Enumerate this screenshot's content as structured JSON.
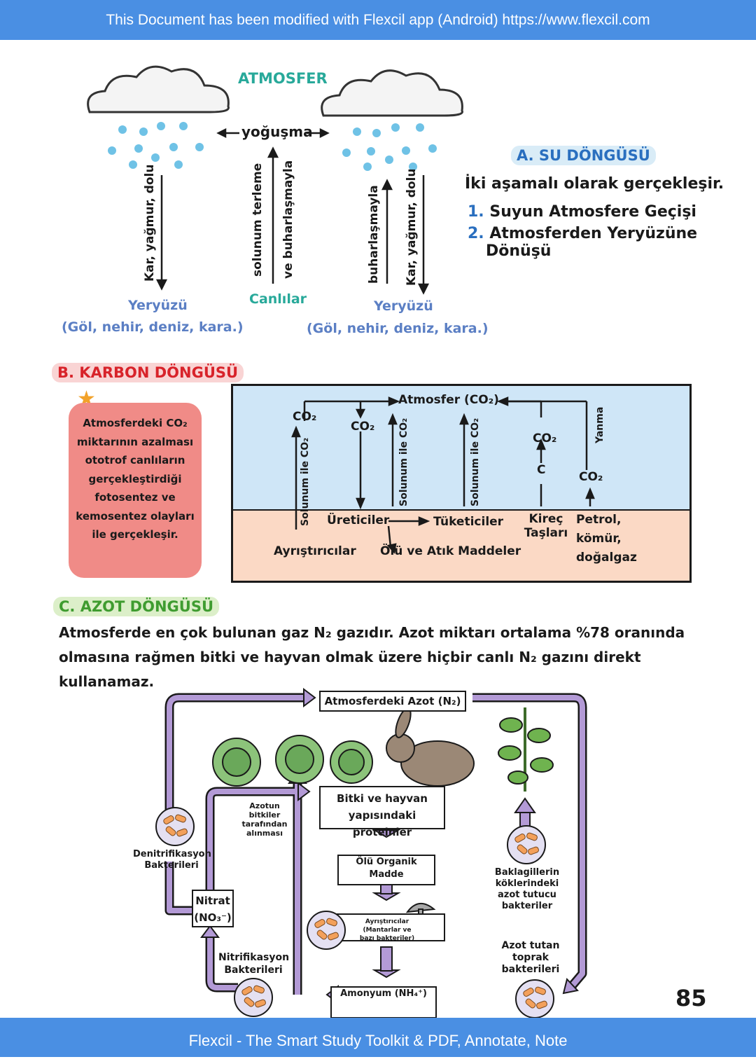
{
  "banner_top": "This Document has been modified with Flexcil app (Android) https://www.flexcil.com",
  "banner_bottom": "Flexcil - The Smart Study Toolkit & PDF, Annotate, Note",
  "water": {
    "atmosphere": "ATMOSFER",
    "condensation": "yoğuşma",
    "left_down": "Kar, yağmur, dolu",
    "mid_respiration": "solunum terleme",
    "mid_evaporation": "ve buharlaşmayla",
    "right_evap": "buharlaşmayla",
    "right_down": "Kar, yağmur, dolu",
    "earth_left": "Yeryüzü",
    "earth_left_sub": "(Göl, nehir, deniz, kara.)",
    "living": "Canlılar",
    "earth_right": "Yeryüzü",
    "earth_right_sub": "(Göl, nehir, deniz, kara.)",
    "section_title": "A. SU DÖNGÜSÜ",
    "intro": "İki aşamalı olarak gerçekleşir.",
    "steps": [
      {
        "num": "1.",
        "text": "Suyun Atmosfere Geçişi"
      },
      {
        "num": "2.",
        "text": "Atmosferden Yeryüzüne Dönüşü"
      }
    ]
  },
  "carbon": {
    "section_title": "B. KARBON DÖNGÜSÜ",
    "note": "Atmosferdeki CO₂ miktarının azalması ototrof canlıların gerçekleştirdiği fotosentez ve kemosentez olayları ile gerçekleşir.",
    "atm": "Atmosfer (CO₂)",
    "co2": "CO₂",
    "c": "C",
    "resp_co2": "Solunum ile CO₂",
    "burning": "Yanma",
    "producers": "Üreticiler",
    "consumers": "Tüketiciler",
    "limestone": "Kireç Taşları",
    "fossil": "Petrol, kömür, doğalgaz",
    "decomposers": "Ayrıştırıcılar",
    "dead": "Ölü ve Atık Maddeler"
  },
  "nitrogen": {
    "section_title": "C. AZOT DÖNGÜSÜ",
    "paragraph": "Atmosferde en çok bulunan gaz N₂ gazıdır. Azot miktarı ortalama %78 oranında olmasına rağmen bitki ve hayvan olmak üzere hiçbir canlı N₂ gazını direkt kullanamaz.",
    "atm_n2": "Atmosferdeki Azot (N₂)",
    "proteins": "Bitki ve hayvan yapısındaki proteinler",
    "taken": "Azotun bitkiler tarafından alınması",
    "dead_organic": "Ölü Organik Madde",
    "decomposers": "Ayrıştırıcılar (Mantarlar ve bazı bakteriler)",
    "ammonium": "Amonyum (NH₄⁺)",
    "nitrate": "Nitrat (NO₃⁻)",
    "denitrification": "Denitrifikasyon Bakterileri",
    "nitrification": "Nitrifikasyon Bakterileri",
    "legume": "Baklagillerin köklerindeki azot tutucu bakteriler",
    "soil": "Azot tutan toprak bakterileri"
  },
  "page_number": "85",
  "colors": {
    "banner": "#4a8fe3",
    "teal": "#28a99a",
    "blue_text": "#5b7fc4",
    "arrow_purple": "#b39ad6",
    "sky": "#cfe6f7",
    "soil": "#fbd9c5",
    "note_pink": "#f08b87"
  }
}
